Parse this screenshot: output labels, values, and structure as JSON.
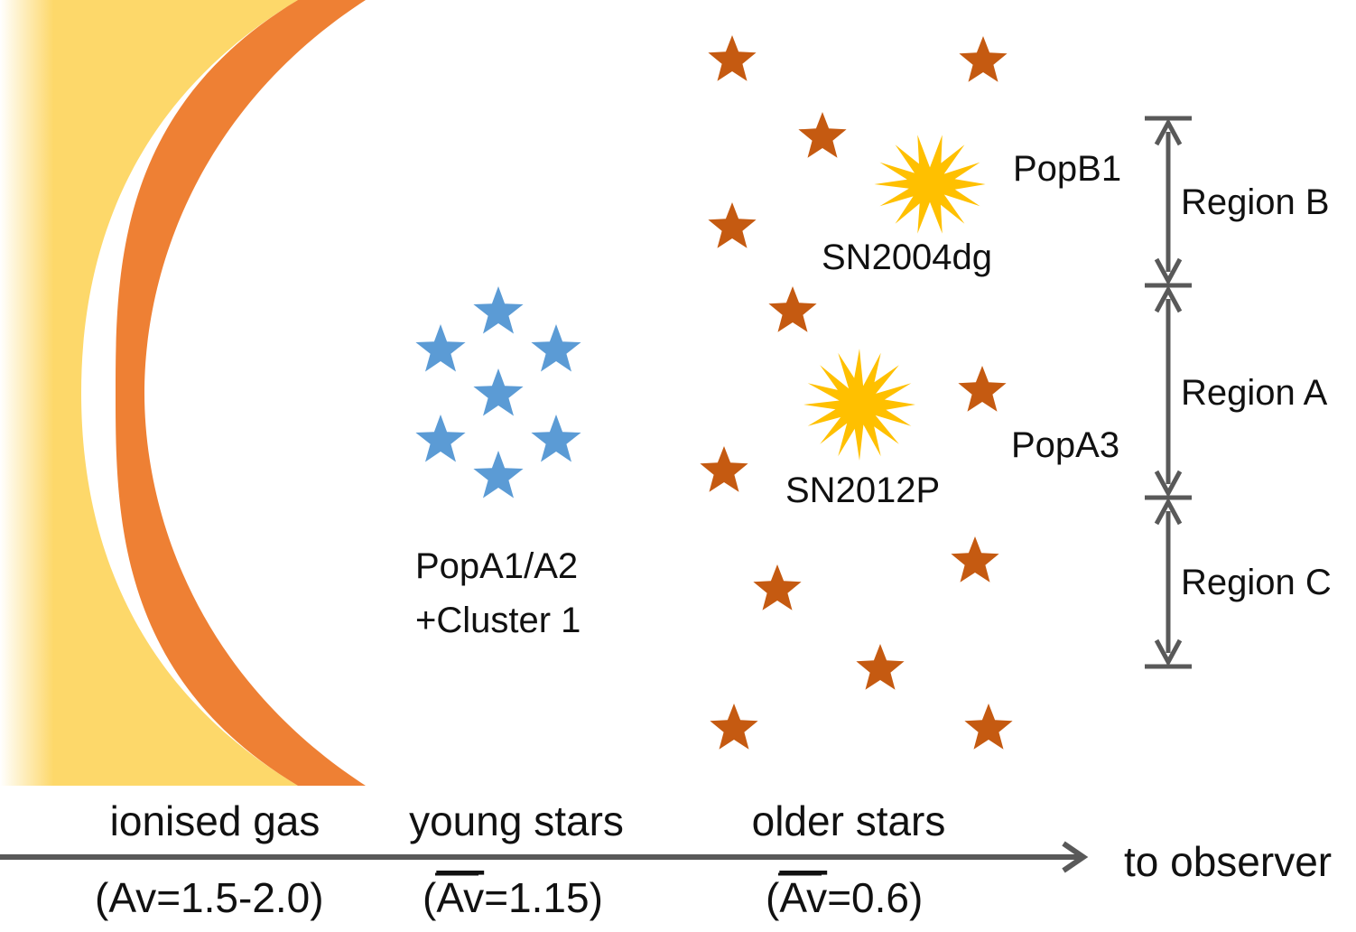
{
  "colors": {
    "gas_outer": "#fdd86a",
    "gas_inner": "#ee8034",
    "young_star": "#5b9bd5",
    "old_star": "#c55a11",
    "supernova": "#ffc000",
    "axis": "#595959"
  },
  "labels": {
    "popB1": "PopB1",
    "sn2004dg": "SN2004dg",
    "popA3": "PopA3",
    "sn2012p": "SN2012P",
    "popA1_line1": "PopA1/A2",
    "popA1_line2": "+Cluster 1",
    "region_b": "Region B",
    "region_a": "Region A",
    "region_c": "Region C"
  },
  "axis": {
    "label": "to observer",
    "components": [
      {
        "name": "ionised gas",
        "extinction_prefix": "(",
        "extinction_symbol": "Av",
        "extinction_value": "=1.5-2.0)",
        "overline": false
      },
      {
        "name": "young stars",
        "extinction_prefix": "(",
        "extinction_symbol": "Av",
        "extinction_value": "=1.15)",
        "overline": true
      },
      {
        "name": "older stars",
        "extinction_prefix": "(",
        "extinction_symbol": "Av",
        "extinction_value": "=0.6)",
        "overline": true
      }
    ]
  },
  "icons": {
    "young_star": "star-icon",
    "old_star": "star-icon",
    "supernova": "explosion-icon",
    "arrow": "arrow-right-icon"
  }
}
